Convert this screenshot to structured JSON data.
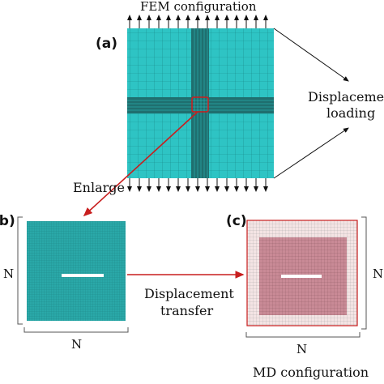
{
  "panel_a": {
    "title": "FEM configuration",
    "label": "(a)",
    "mesh_color": "#2ec4c4",
    "band_color": "#1f6f6f",
    "highlight_color": "#d01c1c"
  },
  "loading": {
    "line1": "Displacement",
    "line2": "loading"
  },
  "enlarge": "Enlarge",
  "panel_b": {
    "label": "(b)",
    "mesh_color": "#2aa8a8",
    "height_label": "N",
    "width_label": "N"
  },
  "transfer": {
    "line1": "Displacement",
    "line2": "transfer",
    "arrow_color": "#c81e1e"
  },
  "panel_c": {
    "label": "(c)",
    "outer_color": "#f4e4e4",
    "inner_color": "#c98a96",
    "border_color": "#c81e1e",
    "height_label": "N",
    "width_label": "N",
    "caption": "MD configuration"
  }
}
